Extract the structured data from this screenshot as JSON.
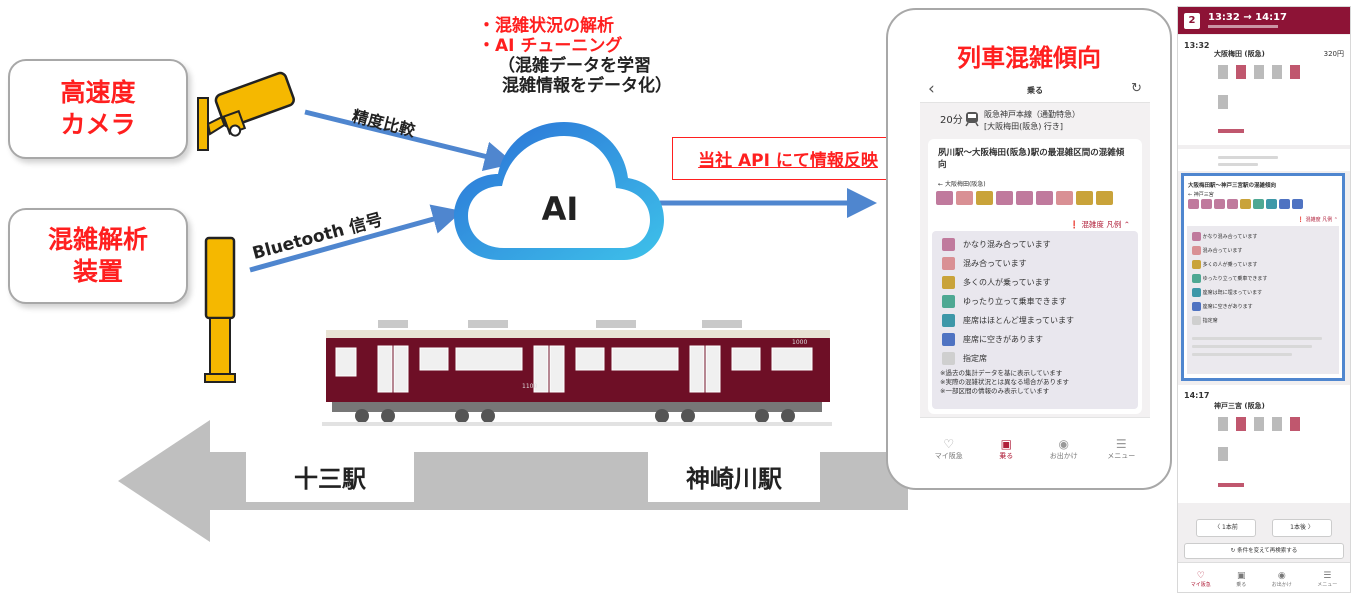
{
  "sources": {
    "camera_label": "高速度\nカメラ",
    "analyzer_label": "混雑解析\n装置"
  },
  "arrows": {
    "accuracy_label": "精度比較",
    "bluetooth_label": "Bluetooth 信号"
  },
  "ai": {
    "label": "AI",
    "bullets": [
      "・混雑状況の解析",
      "・AI チューニング"
    ],
    "sub_lines": [
      "（混雑データを学習",
      "混雑情報をデータ化）"
    ]
  },
  "api_label": "当社 API にて情報反映",
  "stations": {
    "left": "十三駅",
    "right": "神崎川駅"
  },
  "train": {
    "number": "1100",
    "number_rear": "1000"
  },
  "phone": {
    "title": "列車混雑傾向",
    "screen": {
      "header_title": "乗る",
      "minutes": "20分",
      "line_name": "阪急神戸本線（通勤特急）",
      "destination": "[大阪梅田(阪急) 行き]",
      "section_title": "夙川駅〜大阪梅田(阪急)駅の最混雑区間の混雑傾向",
      "direction": "大阪梅田(阪急)",
      "legend_toggle": "混雑度 凡例",
      "legend": [
        {
          "label": "かなり混み合っています",
          "color": "#c07a9d"
        },
        {
          "label": "混み合っています",
          "color": "#d99094"
        },
        {
          "label": "多くの人が乗っています",
          "color": "#c9a33a"
        },
        {
          "label": "ゆったり立って乗車できます",
          "color": "#4ea893"
        },
        {
          "label": "座席はほとんど埋まっています",
          "color": "#3d97a8"
        },
        {
          "label": "座席に空きがあります",
          "color": "#4f73c2"
        },
        {
          "label": "指定席",
          "color": "#cfcfcf"
        }
      ],
      "notes": [
        "※過去の集計データを基に表示しています",
        "※実際の混雑状況とは異なる場合があります",
        "※一部区間の情報のみ表示しています"
      ],
      "nav": [
        "マイ阪急",
        "乗る",
        "お出かけ",
        "メニュー"
      ]
    }
  },
  "right_screen": {
    "header_badge": "2",
    "header_time": "13:32 → 14:17",
    "dep_time": "13:32",
    "dep_station": "大阪梅田 (阪急)",
    "fare": "320円",
    "section_title": "大阪梅田駅〜神戸三宮駅の混雑傾向",
    "direction": "神戸三宮",
    "legend_toggle": "混雑度 凡例",
    "legend": [
      "かなり混み合っています",
      "混み合っています",
      "多くの人が乗っています",
      "ゆったり立って乗車できます",
      "座席は既に埋まっています",
      "座席に空きがあります",
      "指定席"
    ],
    "arr_time": "14:17",
    "arr_station": "神戸三宮 (阪急)",
    "prev_label": "〈 1本前",
    "next_label": "1本後 〉",
    "search_label": "条件を変えて再検索する",
    "nav": [
      "マイ阪急",
      "乗る",
      "お出かけ",
      "メニュー"
    ]
  }
}
